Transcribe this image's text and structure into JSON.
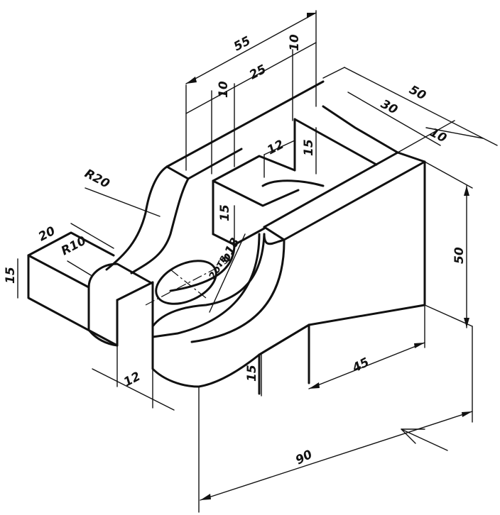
{
  "drawing": {
    "dimensions": {
      "d55": "55",
      "d10_top": "10",
      "d25": "25",
      "d10_mid": "10",
      "d50_top": "50",
      "d30": "30",
      "d10_right": "10",
      "d12_pocket": "12",
      "d15_pocket": "15",
      "r20": "R20",
      "d20": "20",
      "r10": "R10",
      "d15_left": "15",
      "d15_step": "15",
      "phi18": "φ18",
      "hole_note": "2отв",
      "d50_right": "50",
      "d45": "45",
      "d15_notch": "15",
      "d12_bottom": "12",
      "d90": "90"
    },
    "view_direction_arrow": "view-direction-arrow"
  }
}
